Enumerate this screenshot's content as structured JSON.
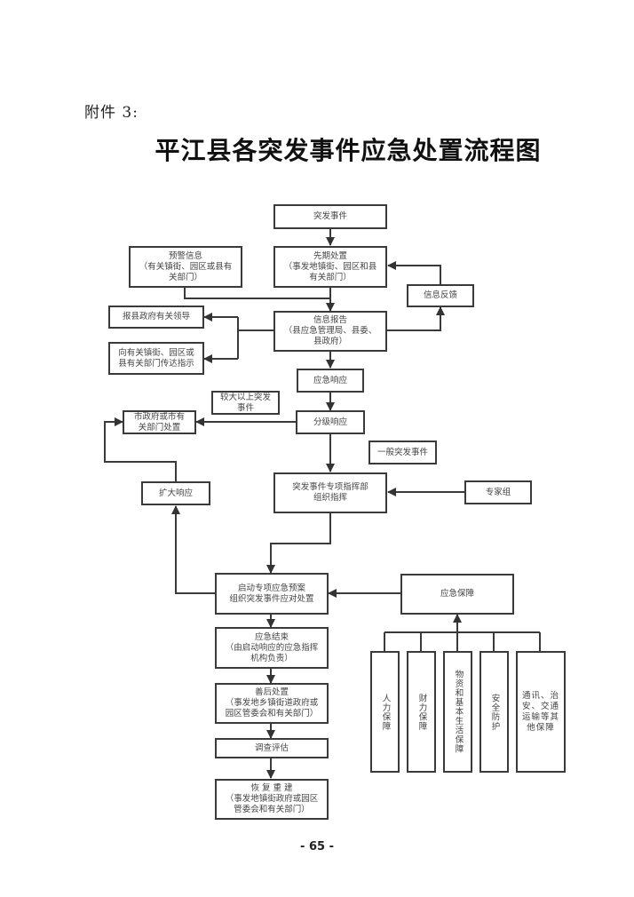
{
  "header": {
    "attachment_label": "附件 3:",
    "title": "平江县各突发事件应急处置流程图"
  },
  "flowchart": {
    "nodes": {
      "incident": "突发事件",
      "initial_response": "先期处置\n（事发地镇街、园区和县\n有关部门）",
      "warning_info": "预警信息\n（有关镇街、园区或县有\n关部门）",
      "info_feedback": "信息反馈",
      "report_leaders": "报县政府有关领导",
      "convey_instructions": "向有关镇街、园区或\n县有关部门传达指示",
      "info_report": "信息报告\n（县应急管理局、县委、\n县政府）",
      "emergency_response": "应急响应",
      "major_events": "较大以上突发\n事件",
      "city_handling": "市政府或市有\n关部门处置",
      "graded_response": "分级响应",
      "general_events": "一般突发事件",
      "expand_response": "扩大响应",
      "command_hq": "突发事件专项指挥部\n组织指挥",
      "expert_group": "专家组",
      "activate_plan": "启动专项应急预案\n组织突发事件应对处置",
      "emergency_support": "应急保障",
      "response_end": "应急结束\n（由启动响应的应急指挥\n机构负责）",
      "aftermath": "善后处置\n（事发地乡镇街道政府或\n园区管委会和有关部门）",
      "investigation": "调查评估",
      "reconstruction": "恢 复 重 建\n（事发地镇街政府或园区\n管委会和有关部门）"
    },
    "support_items": [
      "人力保障",
      "财力保障",
      "物资和基本生活保障",
      "安全防护",
      "通讯、治\n安、交通\n运输等其\n他保障"
    ]
  },
  "footer": {
    "page_number": "- 65 -"
  }
}
